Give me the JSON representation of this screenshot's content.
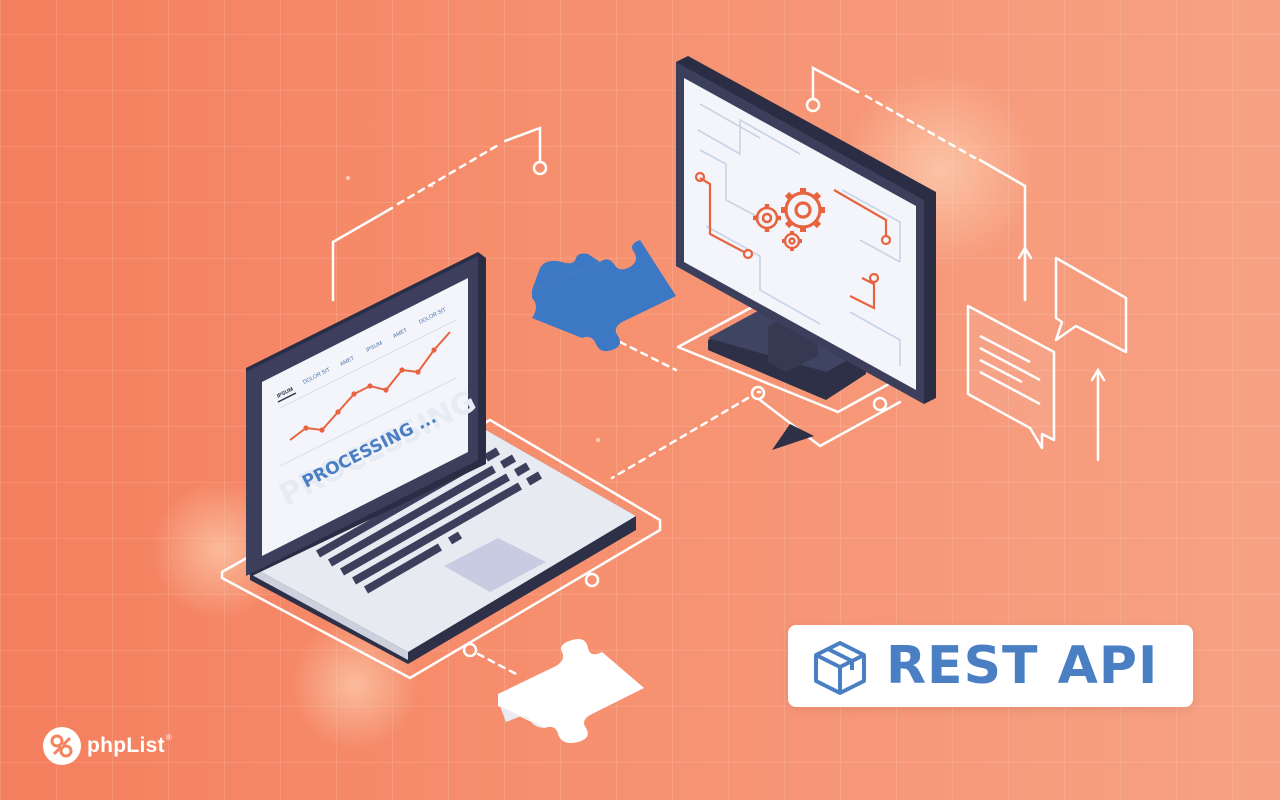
{
  "laptop": {
    "chart_tabs": [
      "IPSUM",
      "DOLOR SIT",
      "AMET",
      "IPSUM",
      "AMET",
      "DOLOR SIT"
    ],
    "status_text": "PROCESSING ...",
    "big_text": "PROCESSING"
  },
  "card": {
    "label": "REST API"
  },
  "logo": {
    "brand": "phpList",
    "reg": "®"
  },
  "colors": {
    "background": "#f4845f",
    "accent_blue": "#4a7fc4",
    "dark_navy": "#3b3f5c",
    "gear_orange": "#e8633f"
  },
  "icons": [
    "puzzle-piece-icon",
    "gear-icon",
    "chat-bubble-icon",
    "box-icon",
    "phplist-logo-icon",
    "arrow-up-icon",
    "cursor-icon"
  ]
}
